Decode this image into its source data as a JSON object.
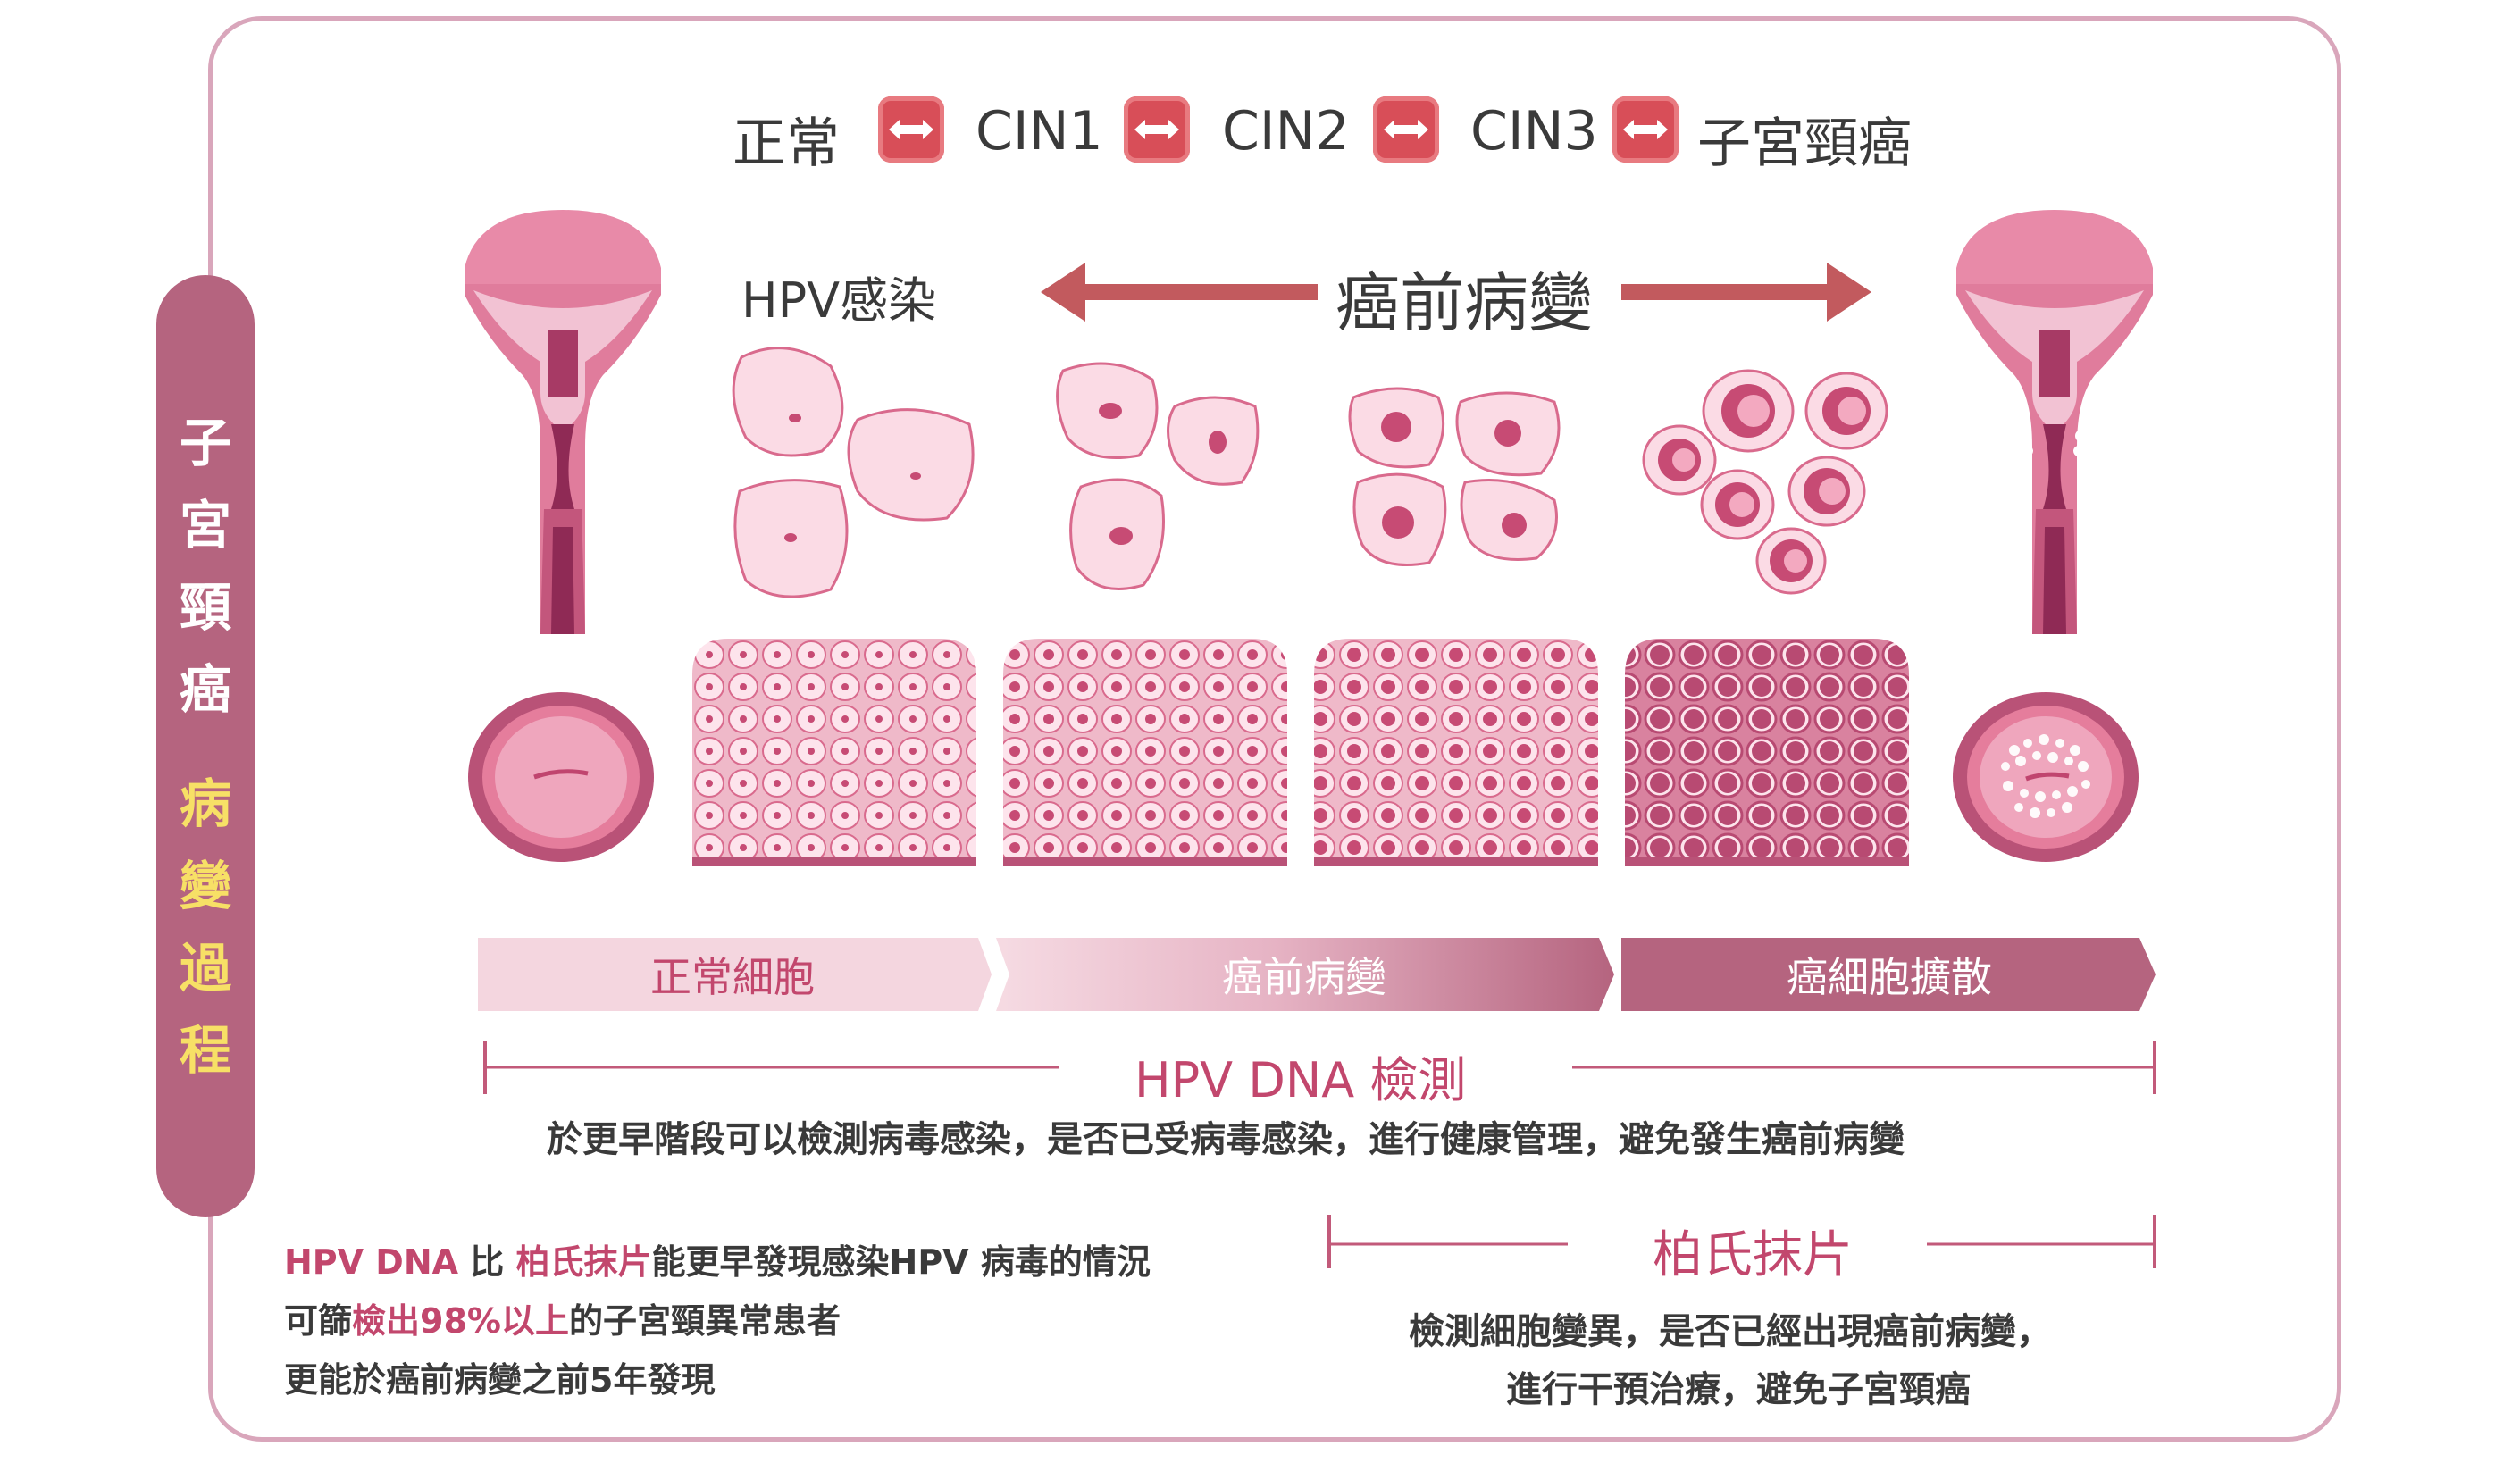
{
  "stages": [
    "正常",
    "CIN1",
    "CIN2",
    "CIN3",
    "子宮頸癌"
  ],
  "side_title": {
    "chars_white": [
      "子",
      "宮",
      "頸",
      "癌"
    ],
    "chars_yellow": [
      "病",
      "變",
      "過",
      "程"
    ]
  },
  "hpv_label": "HPV感染",
  "precancer_label": "癌前病變",
  "chevrons": [
    "正常細胞",
    "癌前病變",
    "癌細胞擴散"
  ],
  "hpv_dna": {
    "title": "HPV DNA 檢測",
    "desc": "於更早階段可以檢測病毒感染，是否已受病毒感染，進行健康管理，避免發生癌前病變"
  },
  "pap": {
    "title": "柏氏抹片",
    "desc_line1": "檢測細胞變異，是否已經出現癌前病變，",
    "desc_line2": "進行干預治療，避免子宮頸癌"
  },
  "notes": {
    "l1_a": "HPV DNA",
    "l1_b": " 比 ",
    "l1_c": "柏氏抹片",
    "l1_d": "能更早發現感染HPV 病毒的情況",
    "l2_a": "可篩",
    "l2_b": "檢出98%以上",
    "l2_c": "的子宮頸異常患者",
    "l3": "更能於癌前病變之前5年發現"
  },
  "colors": {
    "frame": "#d9a6bb",
    "side_bar": "#b5647f",
    "accent_red": "#d84e58",
    "arrow": "#c25a5e",
    "tissue_bg": "#efb9c9",
    "chevron_dark": "#b5647f",
    "pink_text": "#c2476d"
  }
}
